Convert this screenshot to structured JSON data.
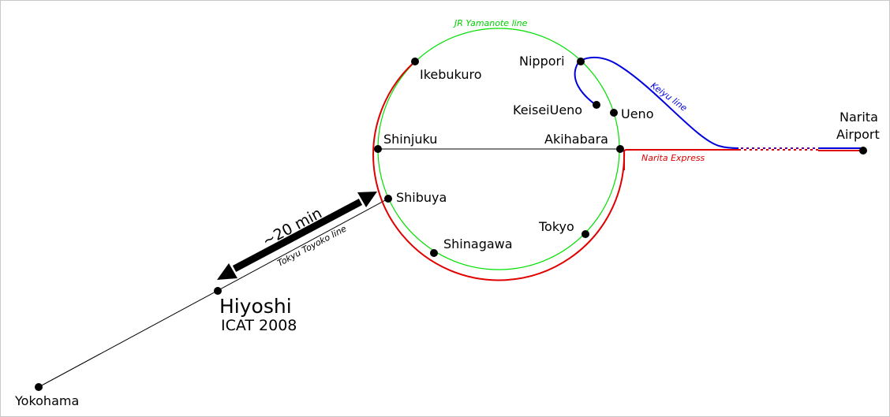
{
  "lines": {
    "yamanote": {
      "label": "JR Yamanote line",
      "color": "#00e000"
    },
    "keiyu": {
      "label": "Keiyu line",
      "color": "#0000dd"
    },
    "narita_express": {
      "label": "Narita Express",
      "color": "#e00000"
    },
    "tokyu_toyoko": {
      "label": "Tokyu Toyoko line",
      "color": "#000000"
    }
  },
  "stations": {
    "ikebukuro": "Ikebukuro",
    "nippori": "Nippori",
    "keisei_ueno": "KeiseiUeno",
    "ueno": "Ueno",
    "shinjuku": "Shinjuku",
    "akihabara": "Akihabara",
    "shibuya": "Shibuya",
    "tokyo": "Tokyo",
    "shinagawa": "Shinagawa",
    "yokohama": "Yokohama",
    "narita_line1": "Narita",
    "narita_line2": "Airport"
  },
  "destination": {
    "name": "Hiyoshi",
    "event": "ICAT 2008"
  },
  "travel_time": "~20 min"
}
